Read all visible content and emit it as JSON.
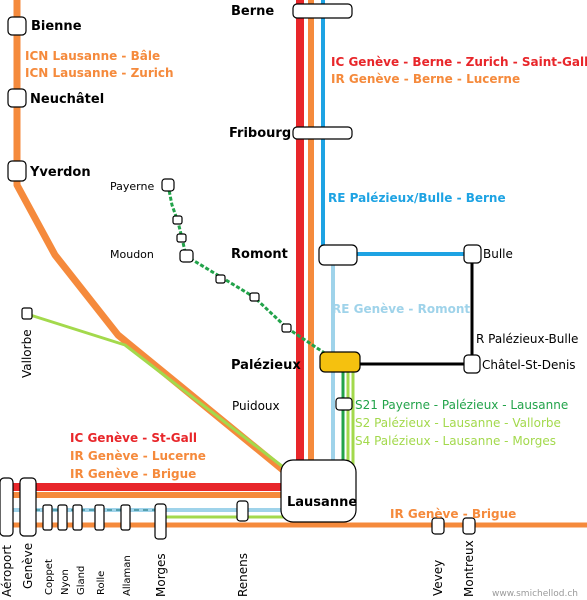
{
  "colors": {
    "ic_red": "#e8262a",
    "ir_orange": "#f58a3c",
    "re_blue": "#1ea3e3",
    "re_lightblue": "#9fd3ea",
    "s21_green": "#22a34a",
    "s2_lime": "#a3d94c",
    "r_black": "#000000",
    "station_yellow": "#f5c10f"
  },
  "stations": {
    "berne": "Berne",
    "fribourg": "Fribourg",
    "romont": "Romont",
    "palezieux": "Palézieux",
    "lausanne": "Lausanne",
    "bienne": "Bienne",
    "neuchatel": "Neuchâtel",
    "yverdon": "Yverdon",
    "payerne": "Payerne",
    "moudon": "Moudon",
    "vallorbe": "Vallorbe",
    "puidoux": "Puidoux",
    "bulle": "Bulle",
    "chatel": "Châtel-St-Denis",
    "aeroport": "Aéroport",
    "geneve": "Genève",
    "coppet": "Coppet",
    "nyon": "Nyon",
    "gland": "Gland",
    "rolle": "Rolle",
    "allaman": "Allaman",
    "morges": "Morges",
    "renens": "Renens",
    "vevey": "Vevey",
    "montreux": "Montreux"
  },
  "lines": {
    "icn_bale": "ICN Lausanne - Bâle",
    "icn_zurich": "ICN Lausanne - Zurich",
    "ic_stgall_north": "IC Genève - Berne - Zurich - Saint-Gall",
    "ir_lucerne_north": "IR Genève - Berne - Lucerne",
    "re_berne": "RE Palézieux/Bulle - Berne",
    "re_romont": "RE Genève - Romont",
    "r_bulle": "R Palézieux-Bulle",
    "s21": "S21 Payerne - Palézieux - Lausanne",
    "s2": "S2 Palézieux - Lausanne - Vallorbe",
    "s4": "S4 Palézieux - Lausanne - Morges",
    "ic_stgall_west": "IC Genève - St-Gall",
    "ir_lucerne_west": "IR Genève - Lucerne",
    "ir_brigue_west": "IR Genève - Brigue",
    "ir_brigue_east": "IR Genève - Brigue"
  },
  "credit": "www.smichellod.ch"
}
